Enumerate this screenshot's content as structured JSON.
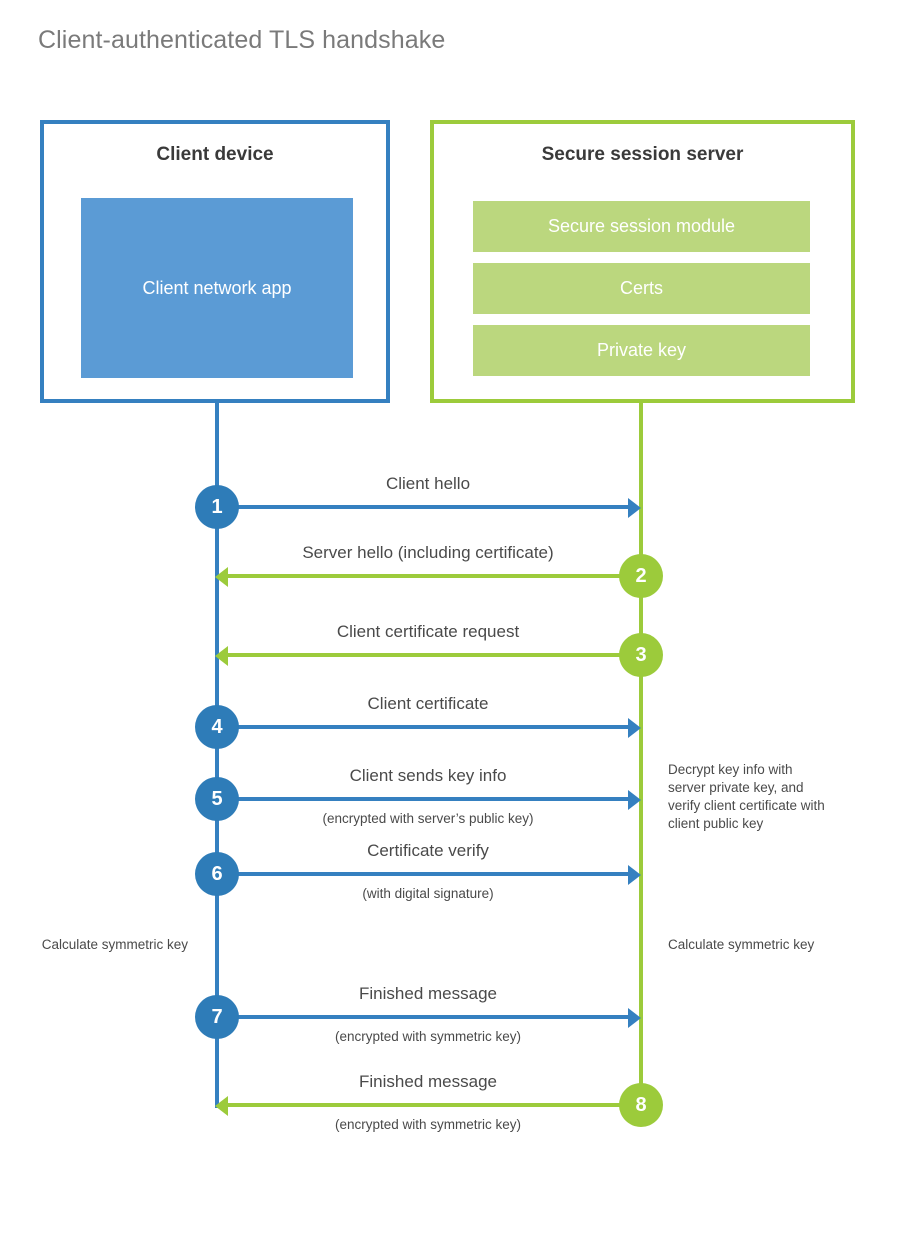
{
  "title": "Client-authenticated TLS handshake",
  "colors": {
    "client_border": "#3580c0",
    "client_app_fill": "#5b9bd5",
    "server_border": "#9ccb3b",
    "server_bar_fill": "#bbd77e",
    "client_step": "#2e7cb8",
    "server_step": "#9ccb3b",
    "title_text": "#7a7a7a",
    "body_text": "#4a4a4a"
  },
  "actors": {
    "client": {
      "title": "Client device",
      "app_label": "Client network app"
    },
    "server": {
      "title": "Secure session server",
      "components": [
        "Secure session module",
        "Certs",
        "Private key"
      ]
    }
  },
  "messages": [
    {
      "step": "1",
      "label": "Client hello",
      "sublabel": "",
      "direction": "client-to-server",
      "color": "#3580c0"
    },
    {
      "step": "2",
      "label": "Server hello (including certificate)",
      "sublabel": "",
      "direction": "server-to-client",
      "color": "#9ccb3b"
    },
    {
      "step": "3",
      "label": "Client certificate request",
      "sublabel": "",
      "direction": "server-to-client",
      "color": "#9ccb3b"
    },
    {
      "step": "4",
      "label": "Client certificate",
      "sublabel": "",
      "direction": "client-to-server",
      "color": "#3580c0"
    },
    {
      "step": "5",
      "label": "Client sends key info",
      "sublabel": "(encrypted with server’s public key)",
      "direction": "client-to-server",
      "color": "#3580c0"
    },
    {
      "step": "6",
      "label": "Certificate verify",
      "sublabel": "(with digital signature)",
      "direction": "client-to-server",
      "color": "#3580c0"
    },
    {
      "step": "7",
      "label": "Finished message",
      "sublabel": "(encrypted with symmetric key)",
      "direction": "client-to-server",
      "color": "#3580c0"
    },
    {
      "step": "8",
      "label": "Finished message",
      "sublabel": "(encrypted with symmetric key)",
      "direction": "server-to-client",
      "color": "#9ccb3b"
    }
  ],
  "annotations": {
    "server_decrypt": "Decrypt key info with server private key, and verify client certificate with client public key",
    "client_calculate": "Calculate symmetric key",
    "server_calculate": "Calculate symmetric key"
  }
}
